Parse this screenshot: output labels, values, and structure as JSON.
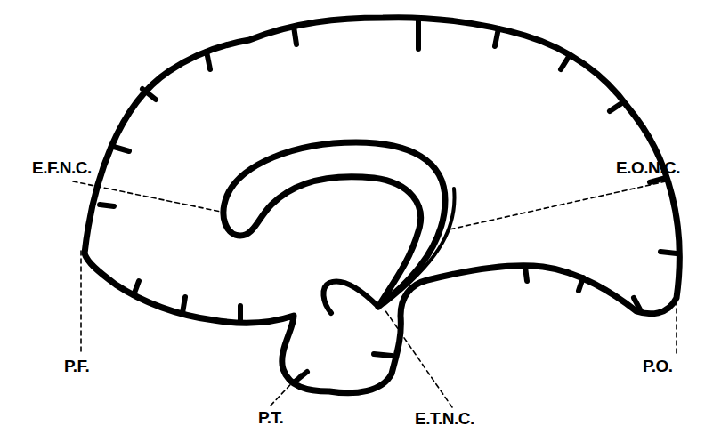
{
  "diagram": {
    "labels": [
      "E.F.N.C.",
      "E.O.N.C.",
      "P.F.",
      "P.T.",
      "E.T.N.C.",
      "P.O."
    ]
  }
}
